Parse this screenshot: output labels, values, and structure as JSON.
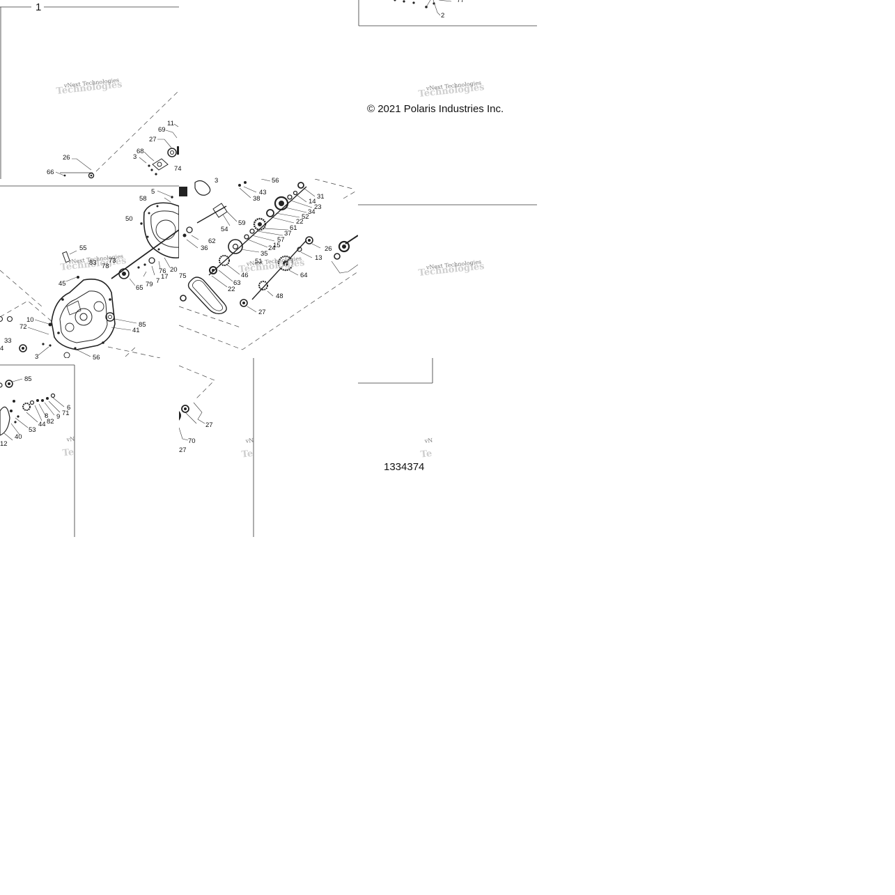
{
  "diagram": {
    "copyright": "© 2021 Polaris Industries Inc.",
    "figure_number": "1334374",
    "watermark": "vNext Technologies",
    "watermark_partial": "vN",
    "tile1_label": "1",
    "tile2_labels": [
      "77",
      "2"
    ],
    "tile4_labels": [
      "11",
      "69",
      "27",
      "26",
      "66",
      "68",
      "3",
      "74"
    ],
    "tile5_labels": [
      "5",
      "58",
      "50",
      "55",
      "45",
      "10",
      "72",
      "33",
      "4",
      "3",
      "85",
      "41",
      "56",
      "65",
      "79",
      "7",
      "17",
      "76",
      "20",
      "83",
      "73",
      "78"
    ],
    "tile6_labels": [
      "3",
      "56",
      "43",
      "38",
      "54",
      "59",
      "62",
      "36",
      "31",
      "14",
      "23",
      "34",
      "52",
      "22",
      "61",
      "37",
      "57",
      "15",
      "24",
      "35",
      "51",
      "46",
      "63",
      "22",
      "75",
      "64",
      "48",
      "27",
      "26",
      "13"
    ],
    "tile8_labels": [
      "85",
      "6",
      "71",
      "8",
      "9",
      "82",
      "44",
      "53",
      "40",
      "12"
    ],
    "tile9_labels": [
      "27",
      "70",
      "27"
    ]
  }
}
